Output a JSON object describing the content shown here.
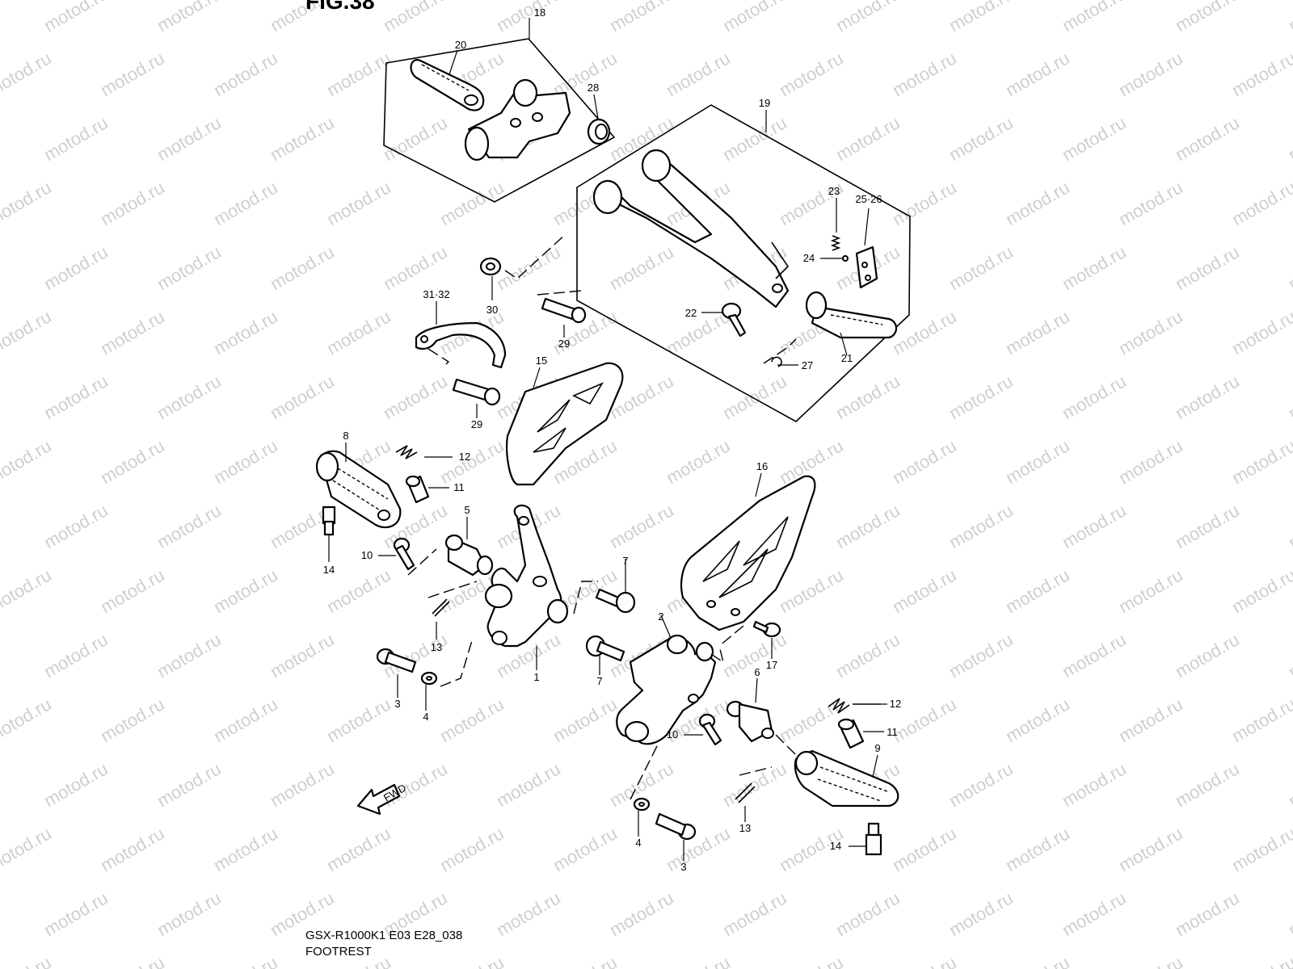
{
  "figure_title": "FIG.38",
  "caption": {
    "model_code": "GSX-R1000K1 E03 E28_038",
    "assembly_name": "FOOTREST"
  },
  "watermark": "motod.ru",
  "fwd_label": "FWD",
  "callouts": {
    "c1": "1",
    "c2": "2",
    "c3a": "3",
    "c3b": "3",
    "c4a": "4",
    "c4b": "4",
    "c5": "5",
    "c6": "6",
    "c7a": "7",
    "c7b": "7",
    "c8": "8",
    "c9": "9",
    "c10a": "10",
    "c10b": "10",
    "c11a": "11",
    "c11b": "11",
    "c12a": "12",
    "c12b": "12",
    "c13a": "13",
    "c13b": "13",
    "c14a": "14",
    "c14b": "14",
    "c15": "15",
    "c16": "16",
    "c17": "17",
    "c18": "18",
    "c19": "19",
    "c20": "20",
    "c21": "21",
    "c22": "22",
    "c23": "23",
    "c24": "24",
    "c2526": "25·26",
    "c27": "27",
    "c28": "28",
    "c29a": "29",
    "c29b": "29",
    "c30": "30",
    "c3132": "31·32"
  }
}
